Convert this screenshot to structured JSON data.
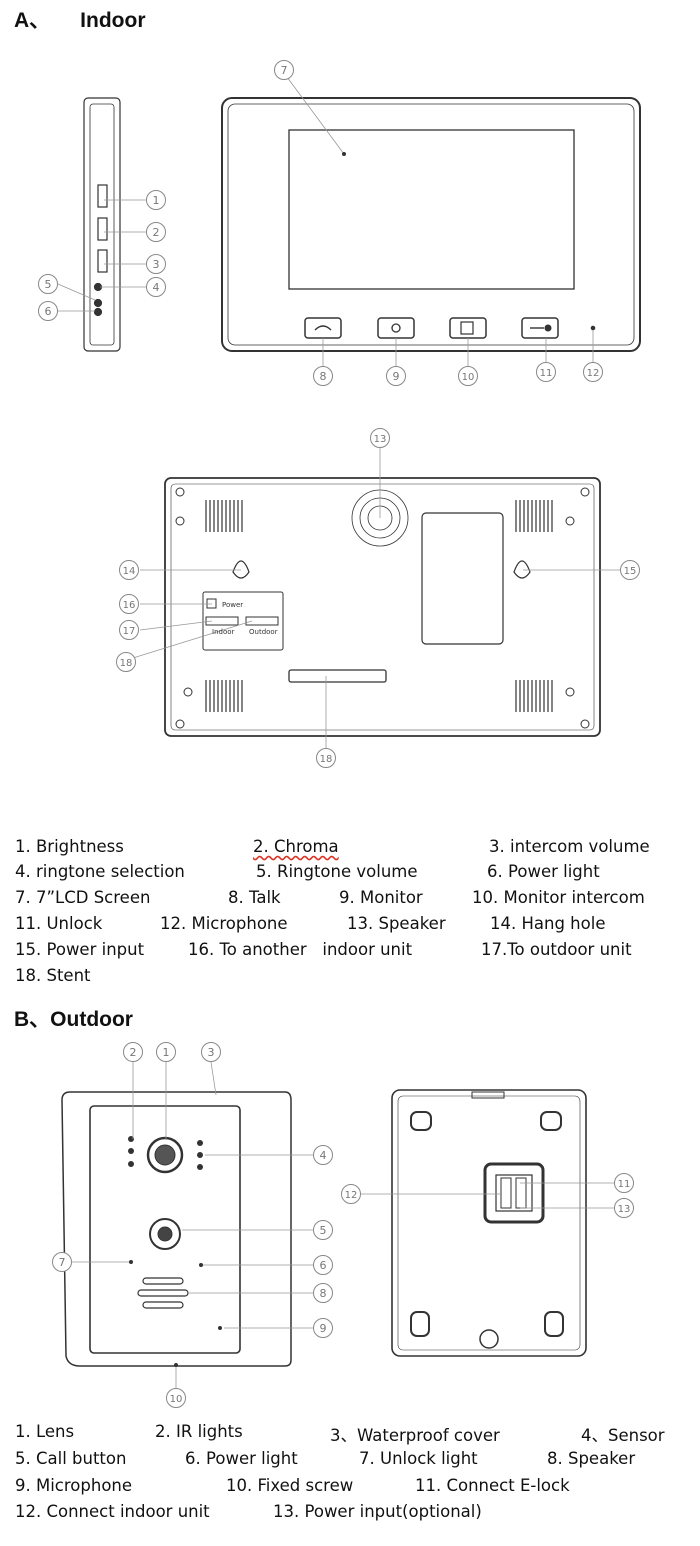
{
  "section_a": {
    "title_letter": "A、",
    "title_word": "Indoor",
    "legend": [
      [
        "1. Brightness",
        "2.   Chroma",
        "3.   intercom volume"
      ],
      [
        "4. ringtone selection",
        "5. Ringtone volume",
        "6. Power light"
      ],
      [
        "7. 7”LCD Screen",
        "8. Talk",
        "9. Monitor",
        "10. Monitor intercom"
      ],
      [
        "11. Unlock",
        "12. Microphone",
        "13. Speaker",
        "14. Hang hole"
      ],
      [
        "15. Power input",
        "16. To another   indoor unit",
        "17.To outdoor unit"
      ],
      [
        "18. Stent"
      ]
    ],
    "pcb_labels": {
      "power": "Power",
      "indoor": "Indoor",
      "outdoor": "Outdoor"
    }
  },
  "section_b": {
    "title": "B、Outdoor",
    "legend": [
      [
        "1. Lens",
        "2. IR lights",
        "3、Waterproof cover",
        "4、Sensor"
      ],
      [
        "5. Call button",
        "6. Power light",
        "7. Unlock light",
        "8. Speaker"
      ],
      [
        "9. Microphone",
        "10. Fixed screw",
        "11. Connect E-lock"
      ],
      [
        "12. Connect indoor unit",
        "13. Power input(optional)"
      ]
    ]
  },
  "callouts": [
    "1",
    "2",
    "3",
    "4",
    "5",
    "6",
    "7",
    "8",
    "9",
    "10",
    "11",
    "12",
    "13",
    "14",
    "15",
    "16",
    "17",
    "18"
  ]
}
